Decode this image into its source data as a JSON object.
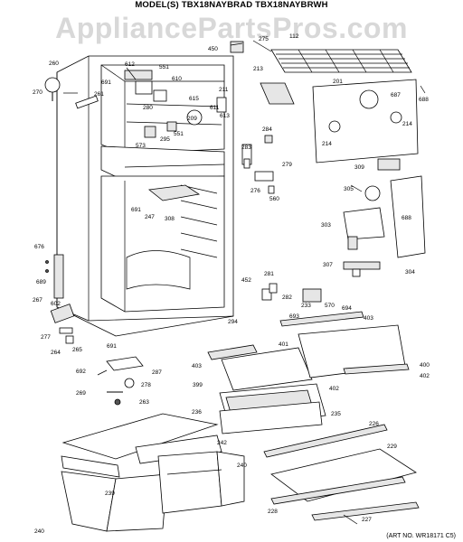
{
  "header": {
    "title": "MODEL(S) TBX18NAYBRAD  TBX18NAYBRWH"
  },
  "watermark": {
    "text": "AppliancePartsPros.com"
  },
  "footer": {
    "art_number": "(ART NO. WR18171 C5)"
  },
  "labels": {
    "p260": "260",
    "p270": "270",
    "p261": "261",
    "p691a": "691",
    "p612": "612",
    "p551a": "551",
    "p610": "610",
    "p615": "615",
    "p280": "280",
    "p209": "209",
    "p611": "611",
    "p613": "613",
    "p551b": "551",
    "p573": "573",
    "p295": "295",
    "p211": "211",
    "p450": "450",
    "p275": "275",
    "p112": "112",
    "p213": "213",
    "p201": "201",
    "p687": "687",
    "p688a": "688",
    "p214a": "214",
    "p214b": "214",
    "p284": "284",
    "p279": "279",
    "p283": "283",
    "p276": "276",
    "p560": "560",
    "p309": "309",
    "p305": "305",
    "p303": "303",
    "p688b": "688",
    "p307": "307",
    "p304": "304",
    "p691b": "691",
    "p247": "247",
    "p308": "308",
    "p676": "676",
    "p689": "689",
    "p267": "267",
    "p602": "602",
    "p452": "452",
    "p281": "281",
    "p282": "282",
    "p233": "233",
    "p570": "570",
    "p693": "693",
    "p294": "294",
    "p694": "694",
    "p403a": "403",
    "p277": "277",
    "p264": "264",
    "p265": "265",
    "p691c": "691",
    "p401": "401",
    "p692": "692",
    "p287": "287",
    "p403b": "403",
    "p400": "400",
    "p402a": "402",
    "p399": "399",
    "p278": "278",
    "p269": "269",
    "p263": "263",
    "p402b": "402",
    "p236": "236",
    "p235": "235",
    "p226": "226",
    "p242": "242",
    "p229": "229",
    "p240a": "240",
    "p239": "239",
    "p228": "228",
    "p240b": "240",
    "p227": "227"
  }
}
